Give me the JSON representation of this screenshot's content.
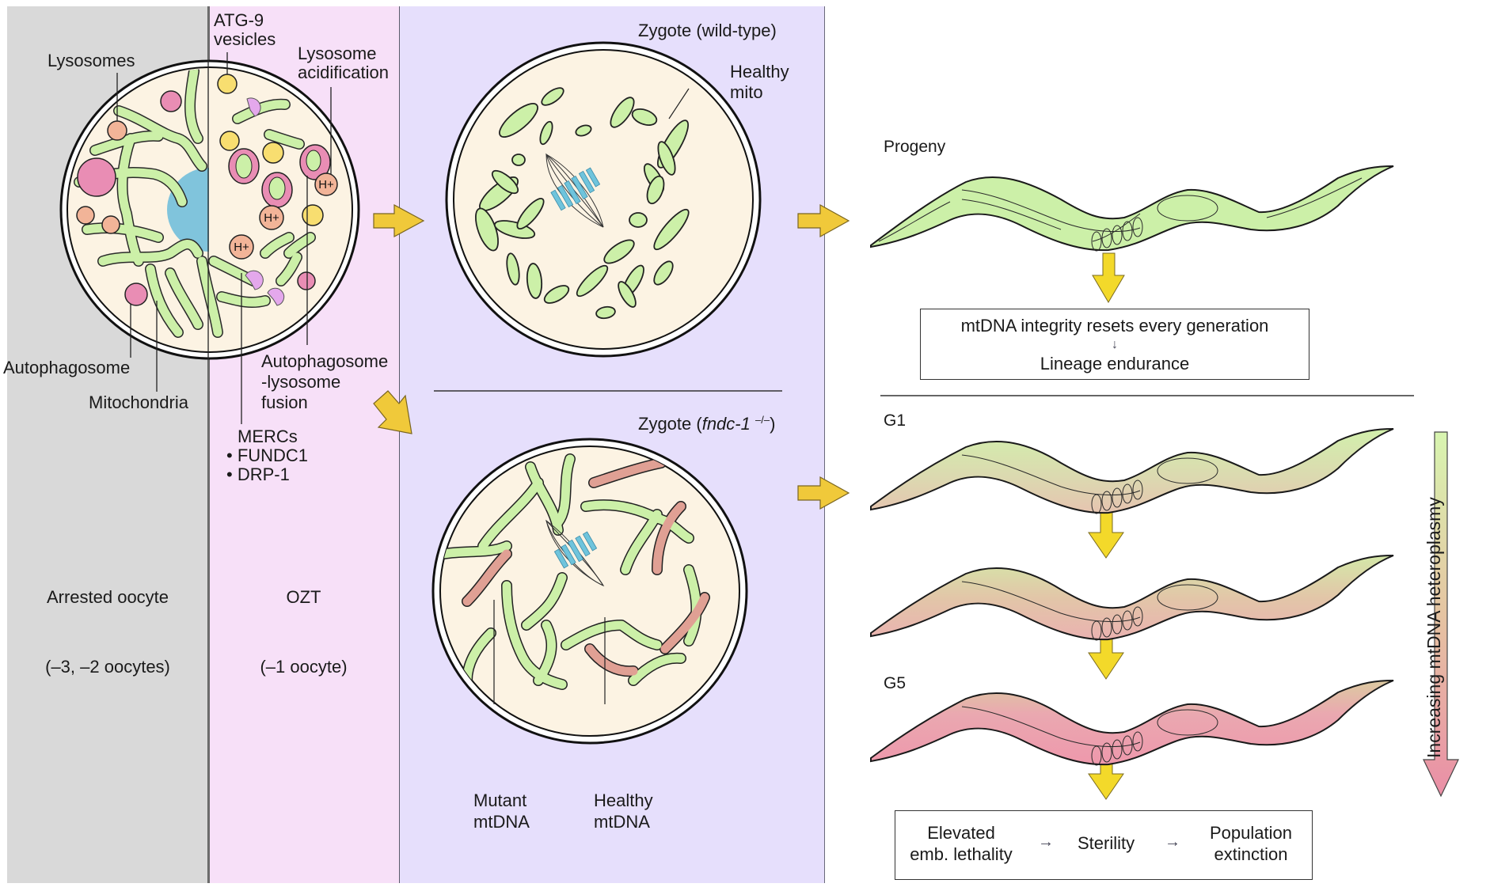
{
  "panels": {
    "arrested": {
      "title": "Arrested oocyte",
      "subtitle": "(–3, –2 oocytes)",
      "color": "#d9d9d9"
    },
    "ozt": {
      "title": "OZT",
      "subtitle": "(–1 oocyte)",
      "color": "#f7e0f8"
    },
    "zygote": {
      "color": "#e6dffc",
      "wild_type_title": "Zygote (wild-type)",
      "mutant_title_prefix": "Zygote (",
      "mutant_gene": "fndc-1",
      "mutant_genotype": "–/–",
      "mutant_title_suffix": ")"
    }
  },
  "oocyte_labels": {
    "lysosomes": "Lysosomes",
    "atg9_line1": "ATG-9",
    "atg9_line2": "vesicles",
    "acid_line1": "Lysosome",
    "acid_line2": "acidification",
    "autophagosome": "Autophagosome",
    "mitochondria": "Mitochondria",
    "fusion_line1": "Autophagosome",
    "fusion_line2": "-lysosome",
    "fusion_line3": "fusion",
    "mercs": "MERCs",
    "mercs_items": [
      "• FUNDC1",
      "• DRP-1"
    ],
    "h_plus": "H+"
  },
  "zygote_labels": {
    "healthy_mito_line1": "Healthy",
    "healthy_mito_line2": "mito",
    "mutant_line1": "Mutant",
    "mutant_line2": "mtDNA",
    "healthy_line1": "Healthy",
    "healthy_line2": "mtDNA"
  },
  "progeny": {
    "wt_label": "Progeny",
    "wt_box_line1": "mtDNA integrity resets every generation",
    "wt_box_arrow": "↓",
    "wt_box_line2": "Lineage endurance",
    "g1_label": "G1",
    "g5_label": "G5",
    "outcome_1_line1": "Elevated",
    "outcome_1_line2": "emb. lethality",
    "outcome_arrow": "→",
    "outcome_2": "Sterility",
    "outcome_3_line1": "Population",
    "outcome_3_line2": "extinction",
    "gradient_label": "Increasing mtDNA heteroplasmy",
    "gradient_start_color": "#d8f5b0",
    "gradient_end_color": "#ea8ea6"
  },
  "colors": {
    "mito_green": "#ccf0a8",
    "mutant_pink": "#e0a094",
    "cytoplasm": "#fcf3e3",
    "nucleus_blue": "#80c4dc",
    "lysosome_pink": "#e98db4",
    "lysosome_peach": "#f2b498",
    "atg9_yellow": "#f8de70",
    "merc_lilac": "#e4a8ec",
    "arrow_yellow": "#f0c93a"
  }
}
